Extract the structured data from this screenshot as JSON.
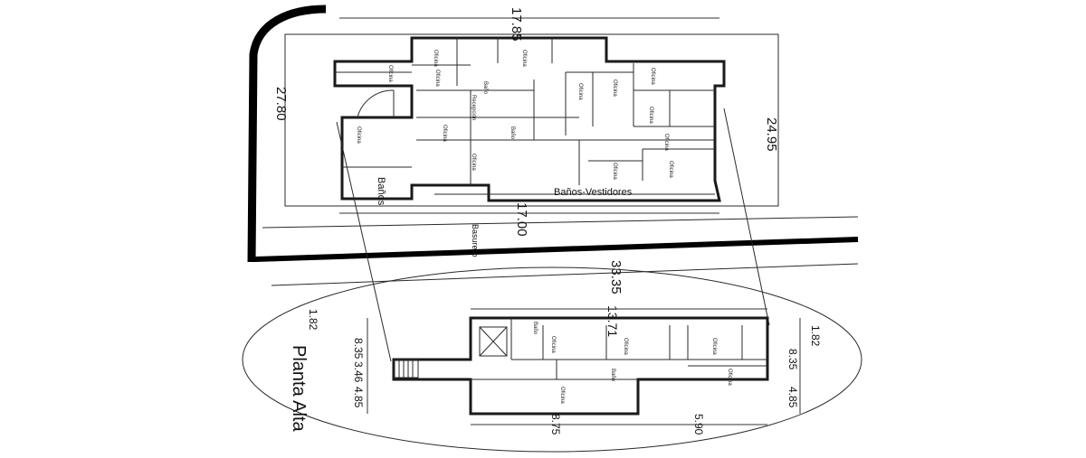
{
  "upper_plan": {
    "dims": {
      "top": "17.85",
      "left": "27.80",
      "right": "24.95",
      "bottom": "17.00",
      "site_width": "33.35"
    },
    "labels": {
      "banos": "Baños",
      "banos_vestidores": "Baños-Vestidores",
      "basurero": "Basurero"
    },
    "room_tags": [
      "Oficina",
      "Oficina",
      "Oficina",
      "Oficina",
      "Oficina",
      "Oficina",
      "Oficina",
      "Oficina",
      "Oficina",
      "Oficina",
      "Oficina",
      "Oficina",
      "Oficina",
      "Oficina",
      "Baño",
      "Baño",
      "Recepción"
    ]
  },
  "lower_plan": {
    "title": "Planta Alta",
    "dims": {
      "top": "13.71",
      "left_a": "1.82",
      "left_b": "8.35",
      "left_c": "3.46",
      "left_d": "4.85",
      "right_a": "1.82",
      "right_b": "8.35",
      "right_c": "4.85",
      "bottom_a": "8.75",
      "bottom_b": "5.90"
    },
    "room_tags": [
      "Oficina",
      "Oficina",
      "Oficina",
      "Oficina",
      "Oficina",
      "Baño",
      "Baño"
    ]
  },
  "colors": {
    "ink": "#1a1a1a",
    "paper": "#ffffff"
  }
}
